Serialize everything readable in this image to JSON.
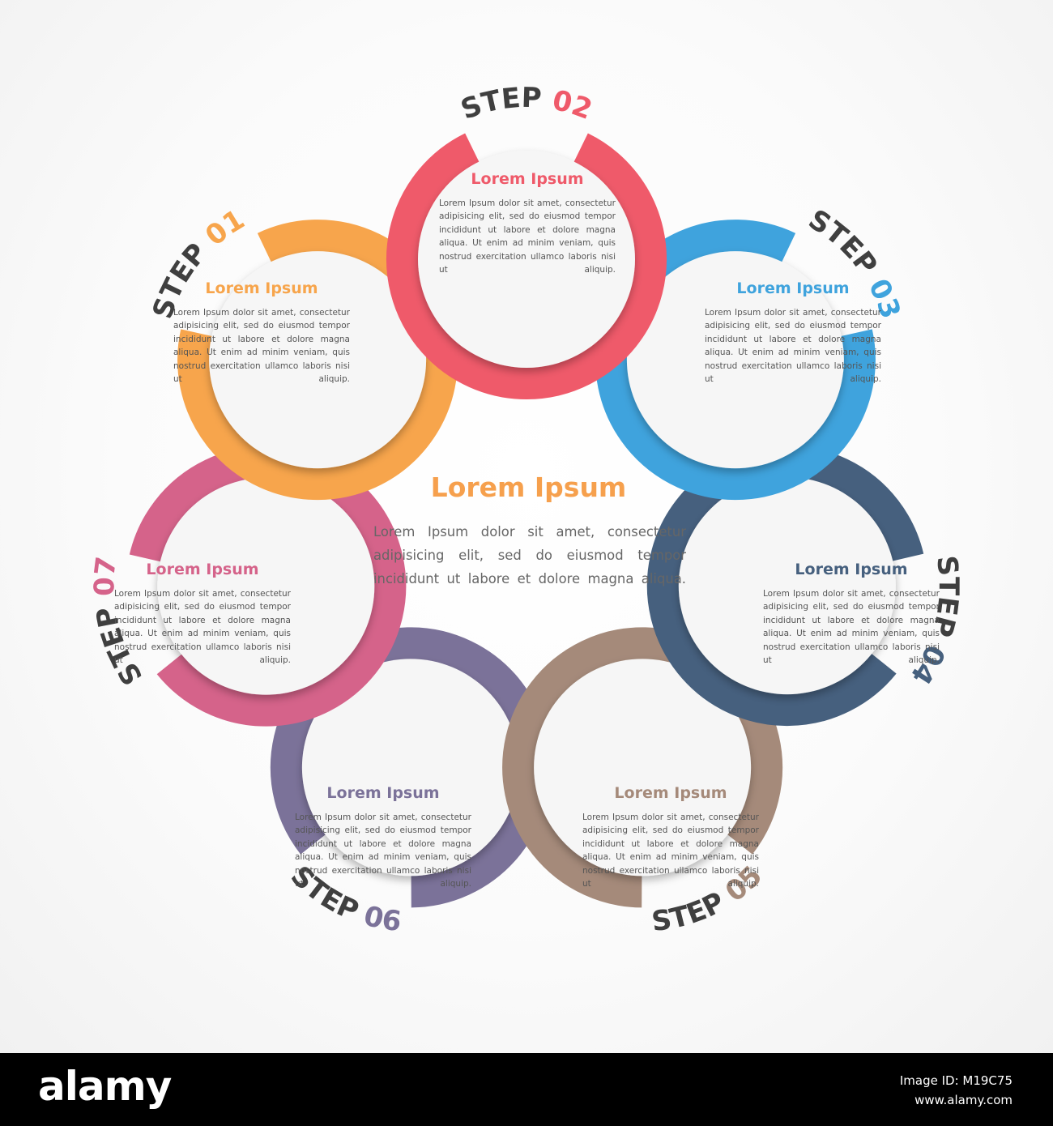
{
  "center": {
    "title": "Lorem Ipsum",
    "body": "Lorem Ipsum dolor sit amet, consectetur adipisicing elit, sed do eiusmod tempor incididunt ut labore et dolore magna aliqua.",
    "title_color": "#f6a04d"
  },
  "steps": [
    {
      "word": "STEP",
      "number": "01",
      "title": "Lorem Ipsum",
      "color": "#f7a54c",
      "body": "Lorem Ipsum dolor sit amet, consectetur adipisicing elit, sed do eiusmod tempor incididunt ut labore et dolore magna aliqua. Ut enim ad minim veniam, quis nostrud exercitation ullamco laboris nisi ut aliquip."
    },
    {
      "word": "STEP",
      "number": "02",
      "title": "Lorem Ipsum",
      "color": "#ef5a6a",
      "body": "Lorem Ipsum dolor sit amet, consectetur adipisicing elit, sed do eiusmod tempor incididunt ut labore et dolore magna aliqua. Ut enim ad minim veniam, quis nostrud exercitation ullamco laboris nisi ut aliquip."
    },
    {
      "word": "STEP",
      "number": "03",
      "title": "Lorem Ipsum",
      "color": "#3fa3dd",
      "body": "Lorem Ipsum dolor sit amet, consectetur adipisicing elit, sed do eiusmod tempor incididunt ut labore et dolore magna aliqua. Ut enim ad minim veniam, quis nostrud exercitation ullamco laboris nisi ut aliquip."
    },
    {
      "word": "STEP",
      "number": "04",
      "title": "Lorem Ipsum",
      "color": "#46607e",
      "body": "Lorem Ipsum dolor sit amet, consectetur adipisicing elit, sed do eiusmod tempor incididunt ut labore et dolore magna aliqua. Ut enim ad minim veniam, quis nostrud exercitation ullamco laboris nisi ut aliquip."
    },
    {
      "word": "STEP",
      "number": "05",
      "title": "Lorem Ipsum",
      "color": "#a58a7a",
      "body": "Lorem Ipsum dolor sit amet, consectetur adipisicing elit, sed do eiusmod tempor incididunt ut labore et dolore magna aliqua. Ut enim ad minim veniam, quis nostrud exercitation ullamco laboris nisi ut aliquip."
    },
    {
      "word": "STEP",
      "number": "06",
      "title": "Lorem Ipsum",
      "color": "#7b7299",
      "body": "Lorem Ipsum dolor sit amet, consectetur adipisicing elit, sed do eiusmod tempor incididunt ut labore et dolore magna aliqua. Ut enim ad minim veniam, quis nostrud exercitation ullamco laboris nisi ut aliquip."
    },
    {
      "word": "STEP",
      "number": "07",
      "title": "Lorem Ipsum",
      "color": "#d5638a",
      "body": "Lorem Ipsum dolor sit amet, consectetur adipisicing elit, sed do eiusmod tempor incididunt ut labore et dolore magna aliqua. Ut enim ad minim veniam, quis nostrud exercitation ullamco laboris nisi ut aliquip."
    }
  ],
  "label_color": "#3f3f3f",
  "footer": {
    "logo": "alamy",
    "image_id": "Image ID: M19C75",
    "site": "www.alamy.com"
  }
}
